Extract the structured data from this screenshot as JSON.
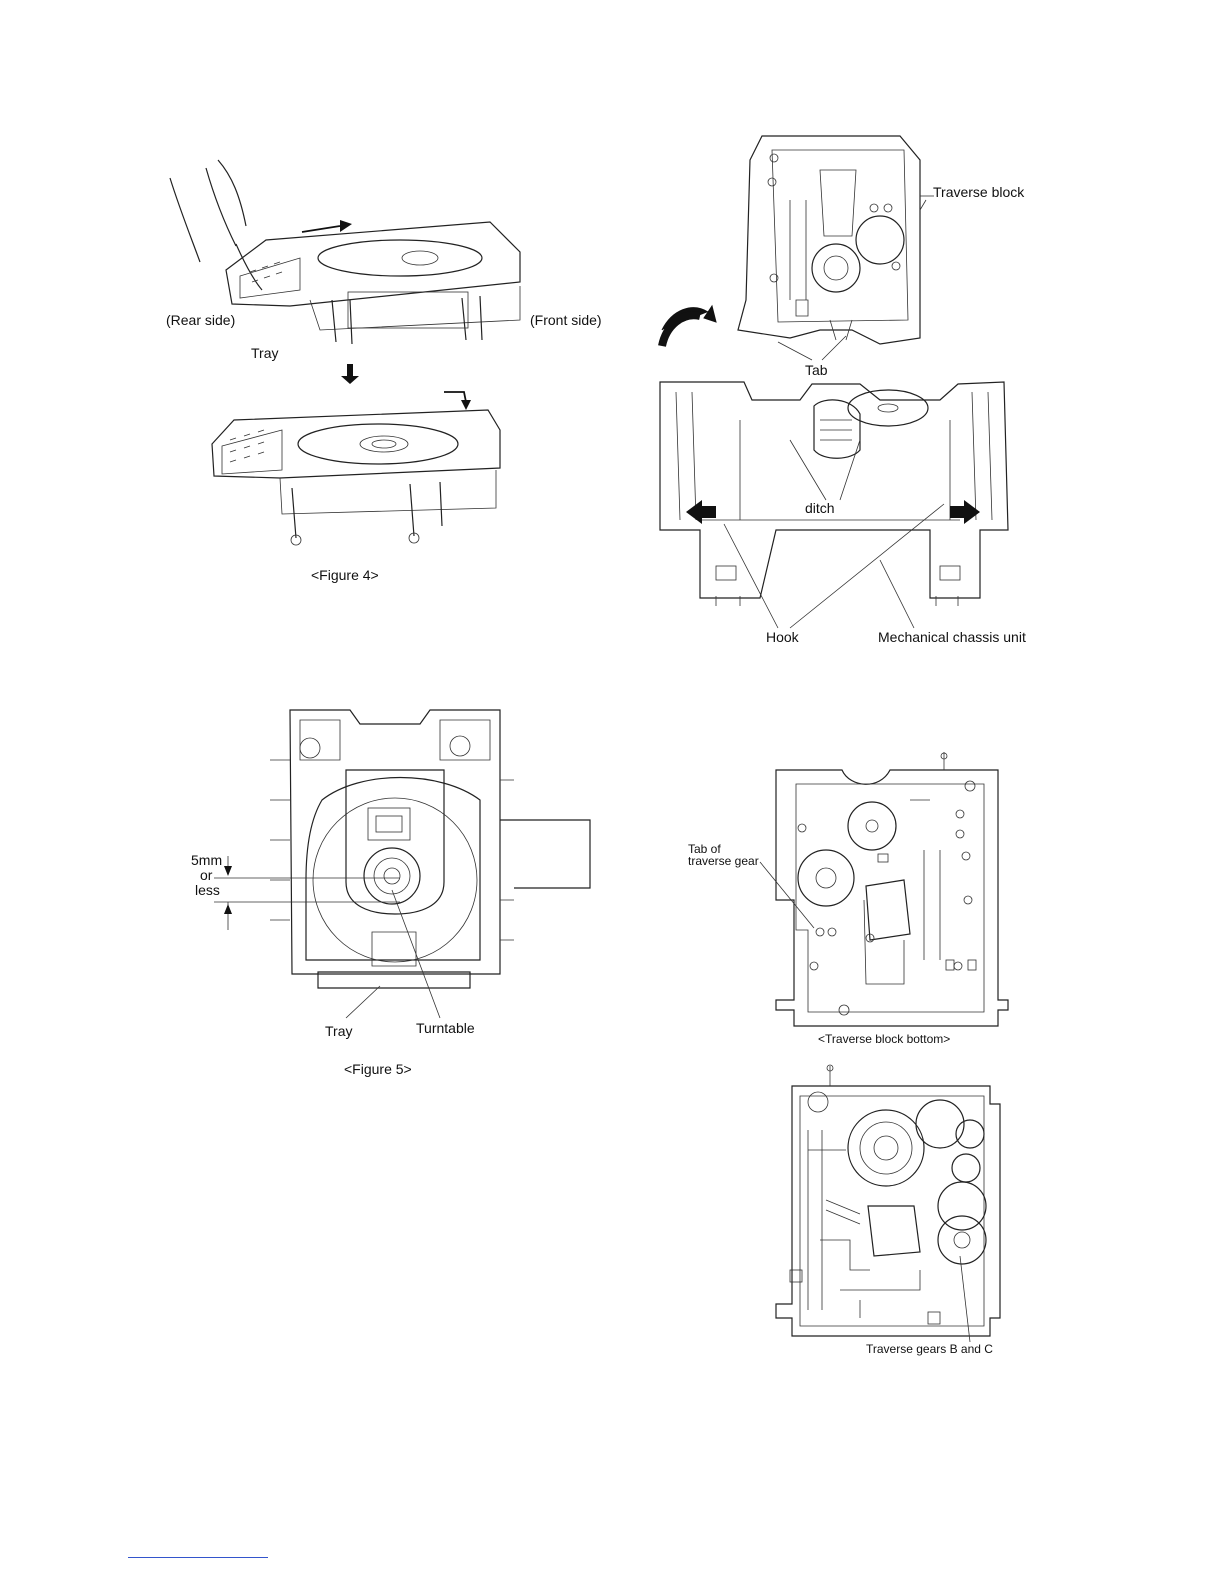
{
  "figure4": {
    "caption": "<Figure 4>",
    "labels": {
      "rear_side": "(Rear side)",
      "front_side": "(Front side)",
      "tray": "Tray"
    }
  },
  "figure5": {
    "caption": "<Figure 5>",
    "labels": {
      "gap_line1": "5mm",
      "gap_line2": "or",
      "gap_line3": "less",
      "tray": "Tray",
      "turntable": "Turntable"
    }
  },
  "figure_traverse": {
    "labels": {
      "traverse_block": "Traverse block",
      "tab": "Tab",
      "ditch": "ditch",
      "hook": "Hook",
      "mechanical_chassis_unit": "Mechanical chassis unit"
    }
  },
  "figure_bottom": {
    "caption": "<Traverse block bottom>",
    "labels": {
      "tab_of_line1": "Tab of",
      "tab_of_line2": "traverse gear"
    }
  },
  "figure_gears": {
    "labels": {
      "traverse_gears": "Traverse gears B and C"
    }
  }
}
